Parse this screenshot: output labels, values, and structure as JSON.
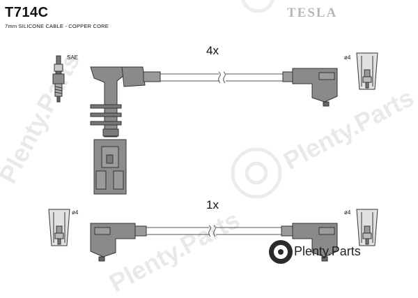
{
  "header": {
    "part_number": "T714C",
    "description": "7mm SILICONE CABLE - COPPER CORE",
    "brand": "TESLA"
  },
  "diagram": {
    "top_lead": {
      "quantity": "4x"
    },
    "bottom_lead": {
      "quantity": "1x"
    },
    "spark_plug_label": "SAE",
    "terminal_labels": {
      "top_right": "ø4",
      "bottom_left": "ø4",
      "bottom_right": "ø4"
    }
  },
  "watermark": {
    "text": "Plenty.Parts",
    "logo_text": "Plenty.Parts"
  },
  "colors": {
    "boot_fill": "#8a8a8a",
    "boot_stroke": "#333333",
    "cable": "#555555",
    "terminal_fill": "#d8d8d8",
    "brand": "#b7b7b7",
    "watermark": "#e9e9e9"
  }
}
